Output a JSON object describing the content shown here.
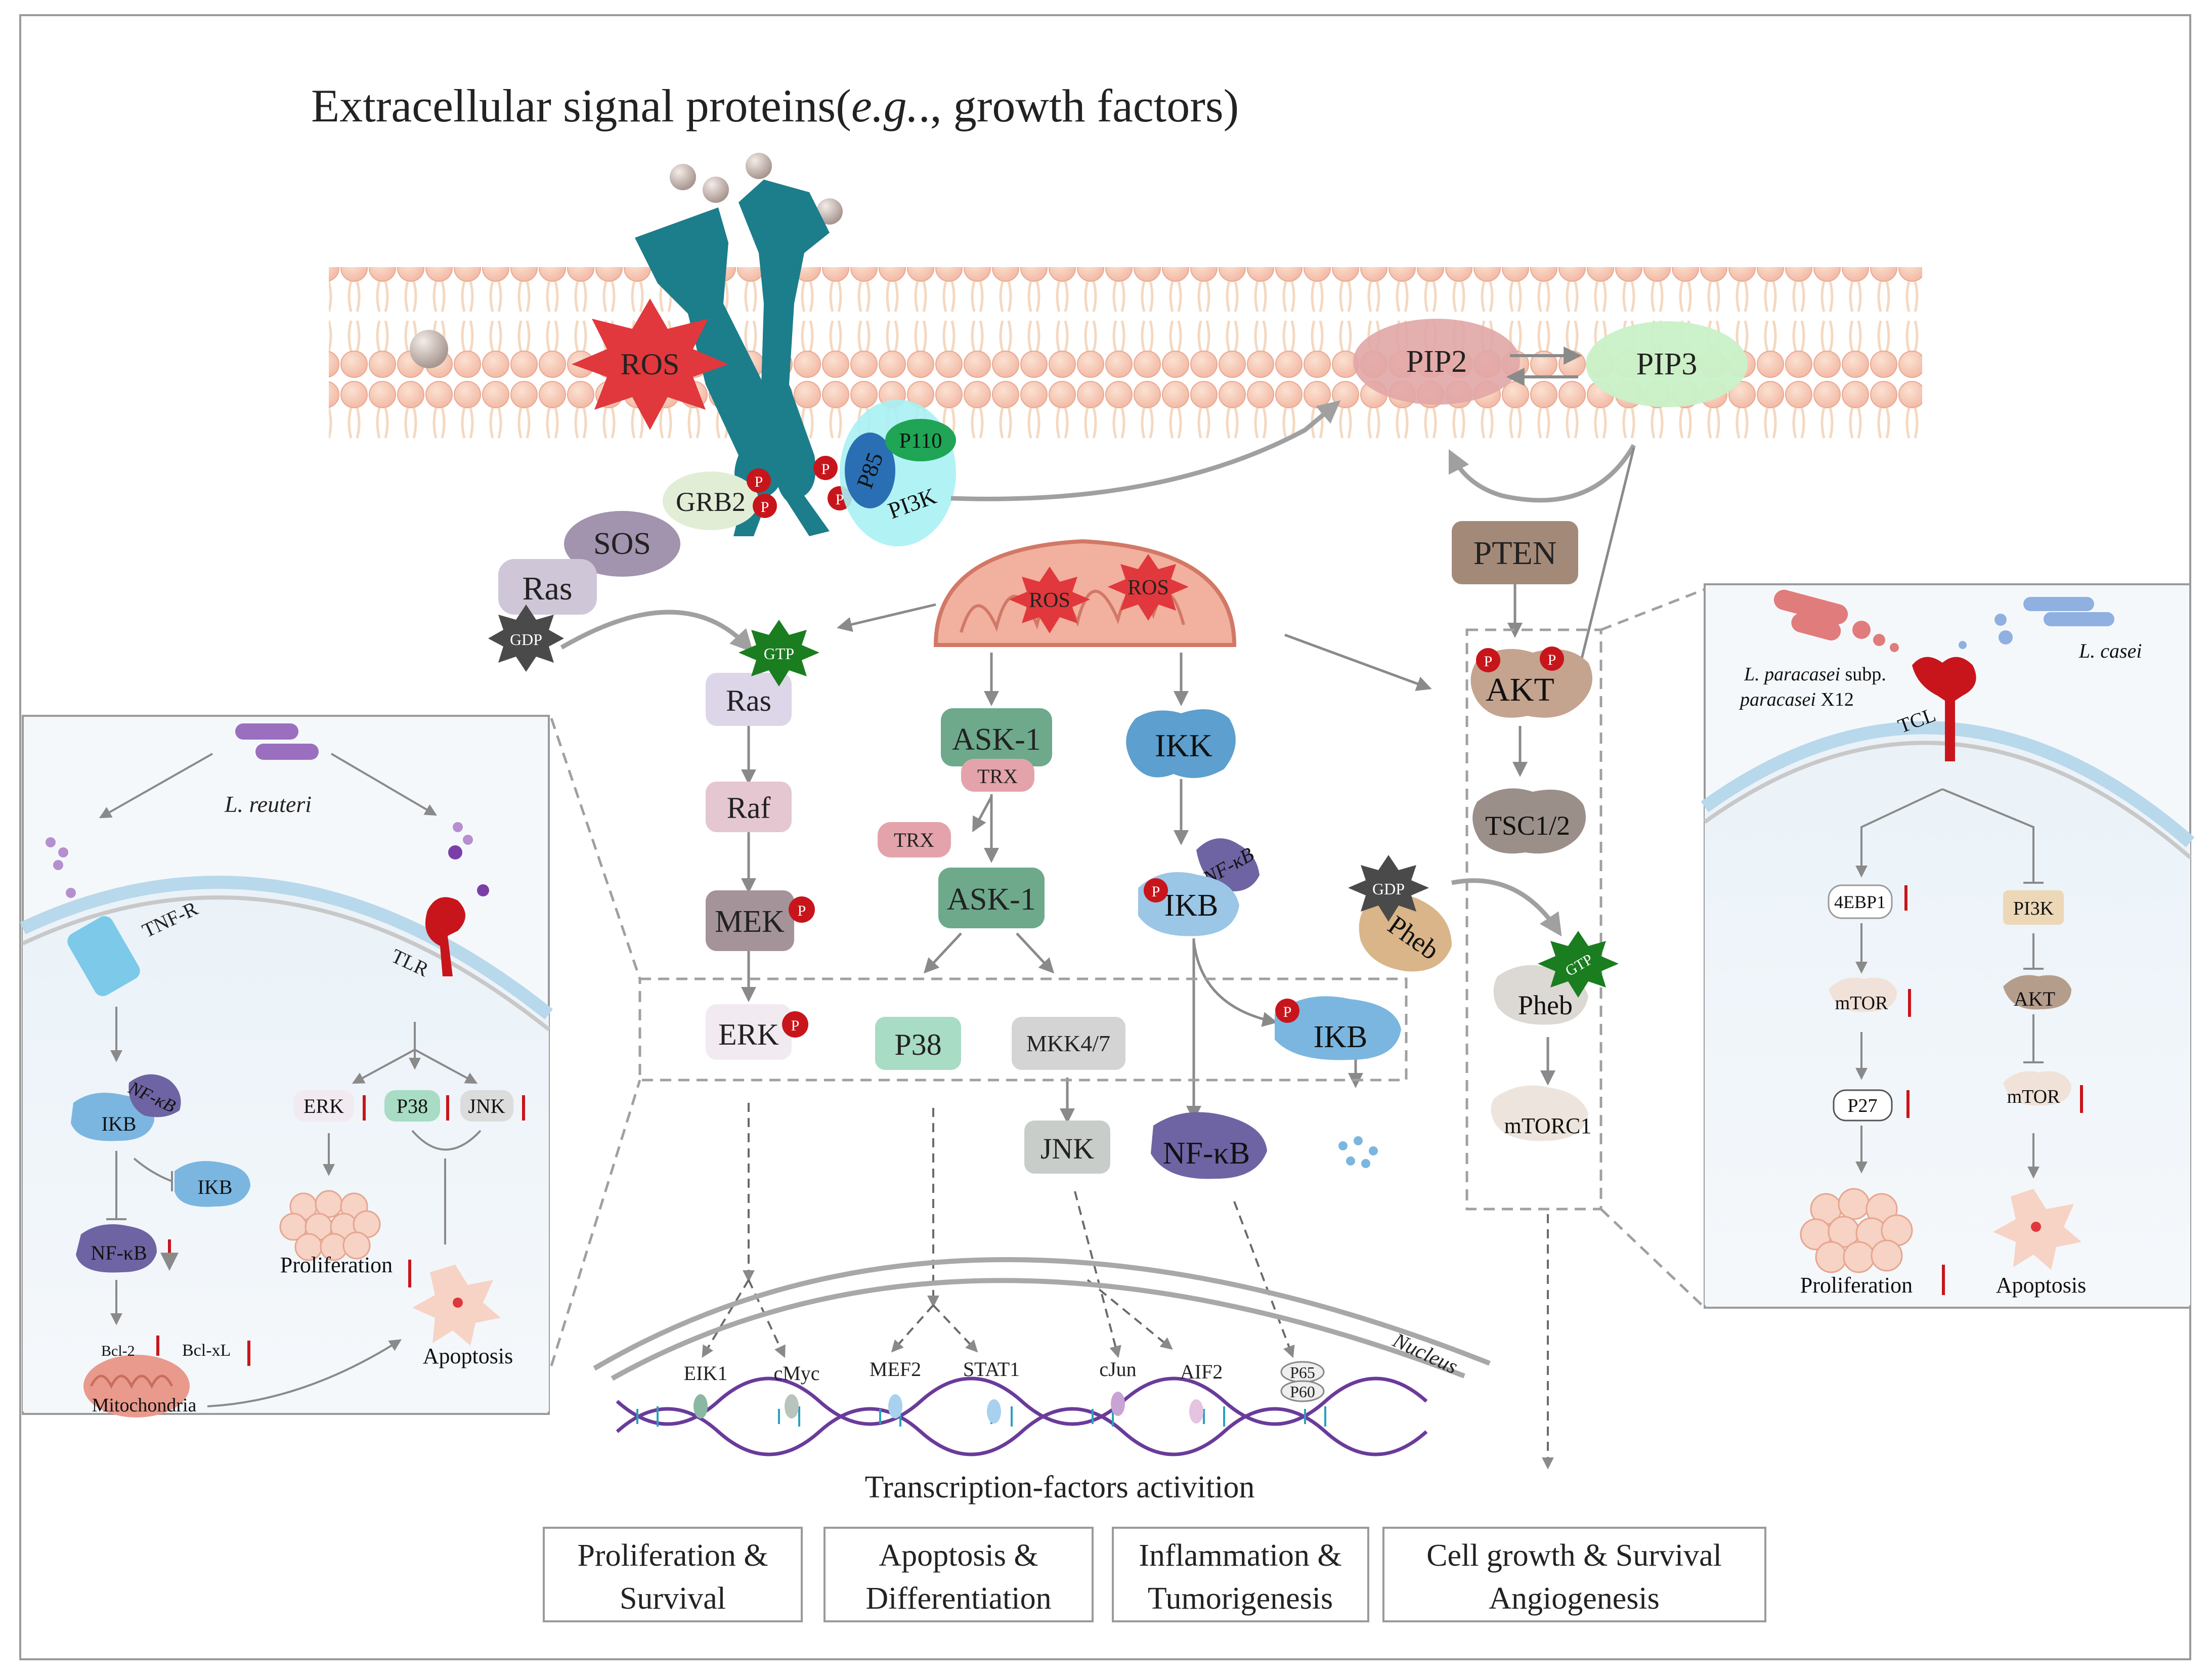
{
  "title": {
    "pre": "Extracellular signal proteins(",
    "italic": "e.g.",
    "post": "., growth  factors)"
  },
  "membrane": {
    "ros": "ROS",
    "pip2": "PIP2",
    "pip3": "PIP3",
    "grb2": "GRB2",
    "p85": "P85",
    "p110": "P110",
    "pi3k": "PI3K",
    "phospho": "P"
  },
  "upstream": {
    "sos": "SOS",
    "ras_gdp": "Ras",
    "gdp": "GDP",
    "gtp": "GTP",
    "pten": "PTEN"
  },
  "mito": {
    "ros": "ROS"
  },
  "cascade": {
    "ras": "Ras",
    "raf": "Raf",
    "mek": "MEK",
    "erk": "ERK",
    "ask1_trx": "ASK-1",
    "trx_bound": "TRX",
    "trx_free": "TRX",
    "ask1": "ASK-1",
    "p38": "P38",
    "mkk47": "MKK4/7",
    "jnk": "JNK",
    "ikk": "IKK",
    "nfkb_bound": "NF-κB",
    "ikb_bound": "IKB",
    "ikb_free": "IKB",
    "nfkb": "NF-κB",
    "akt": "AKT",
    "tsc": "TSC1/2",
    "pheb_gdp": "Pheb",
    "pheb_gtp": "Pheb",
    "mtorc1": "mTORC1"
  },
  "nucleus": {
    "label": "Nucleus",
    "tfs": [
      "EIK1",
      "cMyc",
      "MEF2",
      "STAT1",
      "cJun",
      "AIF2",
      "P65",
      "P60"
    ],
    "caption": "Transcription-factors activition"
  },
  "outcomes": [
    {
      "line1": "Proliferation &",
      "line2": "Survival"
    },
    {
      "line1": "Apoptosis &",
      "line2": "Differentiation"
    },
    {
      "line1": "Inflammation &",
      "line2": "Tumorigenesis"
    },
    {
      "line1": "Cell growth & Survival",
      "line2": "Angiogenesis"
    }
  ],
  "left_panel": {
    "bacterium": "L. reuteri",
    "tnfr": "TNF-R",
    "tlr": "TLR",
    "ikb": "IKB",
    "nfkb_bound": "NF-κB",
    "ikb_free": "IKB",
    "nfkb": "NF-κB",
    "bcl2": "Bcl-2",
    "bclxl": "Bcl-xL",
    "mitochondria": "Mitochondria",
    "erk": "ERK",
    "p38": "P38",
    "jnk": "JNK",
    "proliferation": "Proliferation",
    "apoptosis": "Apoptosis"
  },
  "right_panel": {
    "bacterium1_l1": "L. paracasei",
    "bacterium1_subp": " subp.",
    "bacterium1_l2": "paracasei",
    "bacterium1_strain": " X12",
    "bacterium2": "L. casei",
    "tcl": "TCL",
    "ebp1": "4EBP1",
    "mtor_left": "mTOR",
    "p27": "P27",
    "pi3k": "PI3K",
    "akt": "AKT",
    "mtor_right": "mTOR",
    "proliferation": "Proliferation",
    "apoptosis": "Apoptosis"
  },
  "colors": {
    "arrow": "#8a8a8a",
    "red_arrow": "#c8151b",
    "receptor": "#1c7d8b",
    "ros": "#e0383c",
    "phospho": "#c8151b"
  }
}
